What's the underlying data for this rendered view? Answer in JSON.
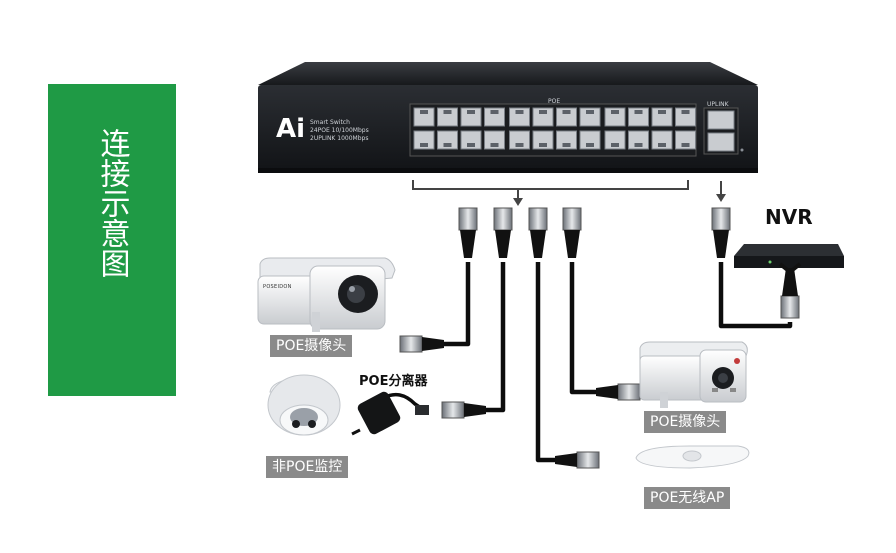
{
  "side_title": "连接示意图",
  "switch": {
    "brand": "Ai",
    "line1": "Smart Switch",
    "line2": "24POE 10/100Mbps",
    "line3": "2UPLINK 1000Mbps",
    "poe_mark": "POE",
    "uplink_mark": "UPLINK"
  },
  "nvr_label": "NVR",
  "poe_splitter_label": "POE分离器",
  "tags": {
    "poe_camera_left": "POE摄像头",
    "non_poe_monitor": "非POE监控",
    "poe_camera_right": "POE摄像头",
    "poe_wireless_ap": "POE无线AP"
  },
  "camera_brand": "POSEIDON"
}
